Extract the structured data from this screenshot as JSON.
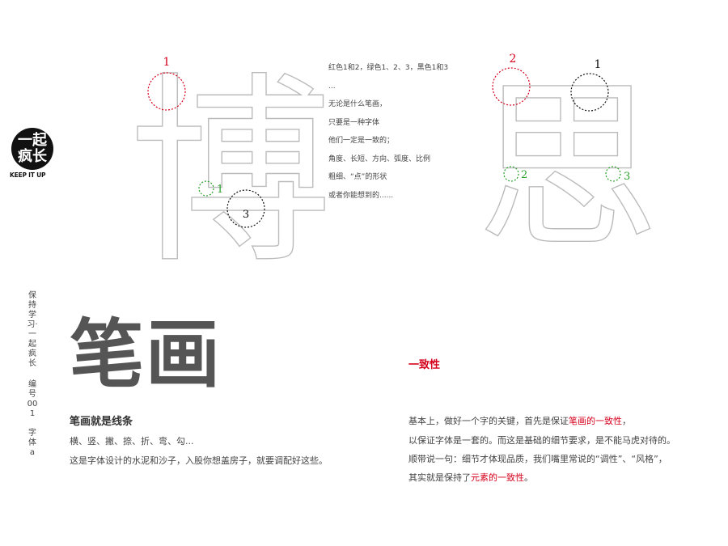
{
  "logo": {
    "glyph_top": "一起",
    "glyph_bottom": "疯长",
    "caption": "KEEP IT UP"
  },
  "sidebar": {
    "vertical_text_1": "保持学习·一起疯长",
    "vertical_text_2": "编号001",
    "vertical_text_3": "字体a"
  },
  "glyph_left": {
    "character": "博",
    "markers": {
      "red": "1",
      "green": "1",
      "black": "3"
    }
  },
  "glyph_right": {
    "character": "思",
    "markers": {
      "red": "2",
      "black": "1",
      "green_a": "2",
      "green_b": "3"
    }
  },
  "notes": [
    "红色1和2，绿色1、2、3，黑色1和3",
    "...",
    "无论是什么笔画，",
    "只要是一种字体",
    "他们一定是一致的；",
    "角度、长短、方向、弧度、比例",
    "粗细、“点”的形状",
    "或者你能想到的......"
  ],
  "main_title": "笔画",
  "left_section": {
    "subtitle": "笔画就是线条",
    "line1": "横、竖、撇、捺、折、弯、勾...",
    "line2": "这是字体设计的水泥和沙子，入股你想盖房子，就要调配好这些。"
  },
  "right_section": {
    "heading": "一致性",
    "p1_a": "基本上，做好一个字的关键，首先是保证",
    "p1_red": "笔画的一致性",
    "p1_b": "，",
    "p2": "以保证字体是一套的。而这是基础的细节要求，是不能马虎对待的。",
    "p3": "顺带说一句：细节才体现品质，我们嘴里常说的“调性”、“风格”，",
    "p4_a": "其实就是保持了",
    "p4_red": "元素的一致性",
    "p4_b": "。"
  },
  "colors": {
    "red": "#d5001c",
    "green": "#2aa02a",
    "outline": "#bbbbbb",
    "title_gray": "#555555"
  }
}
